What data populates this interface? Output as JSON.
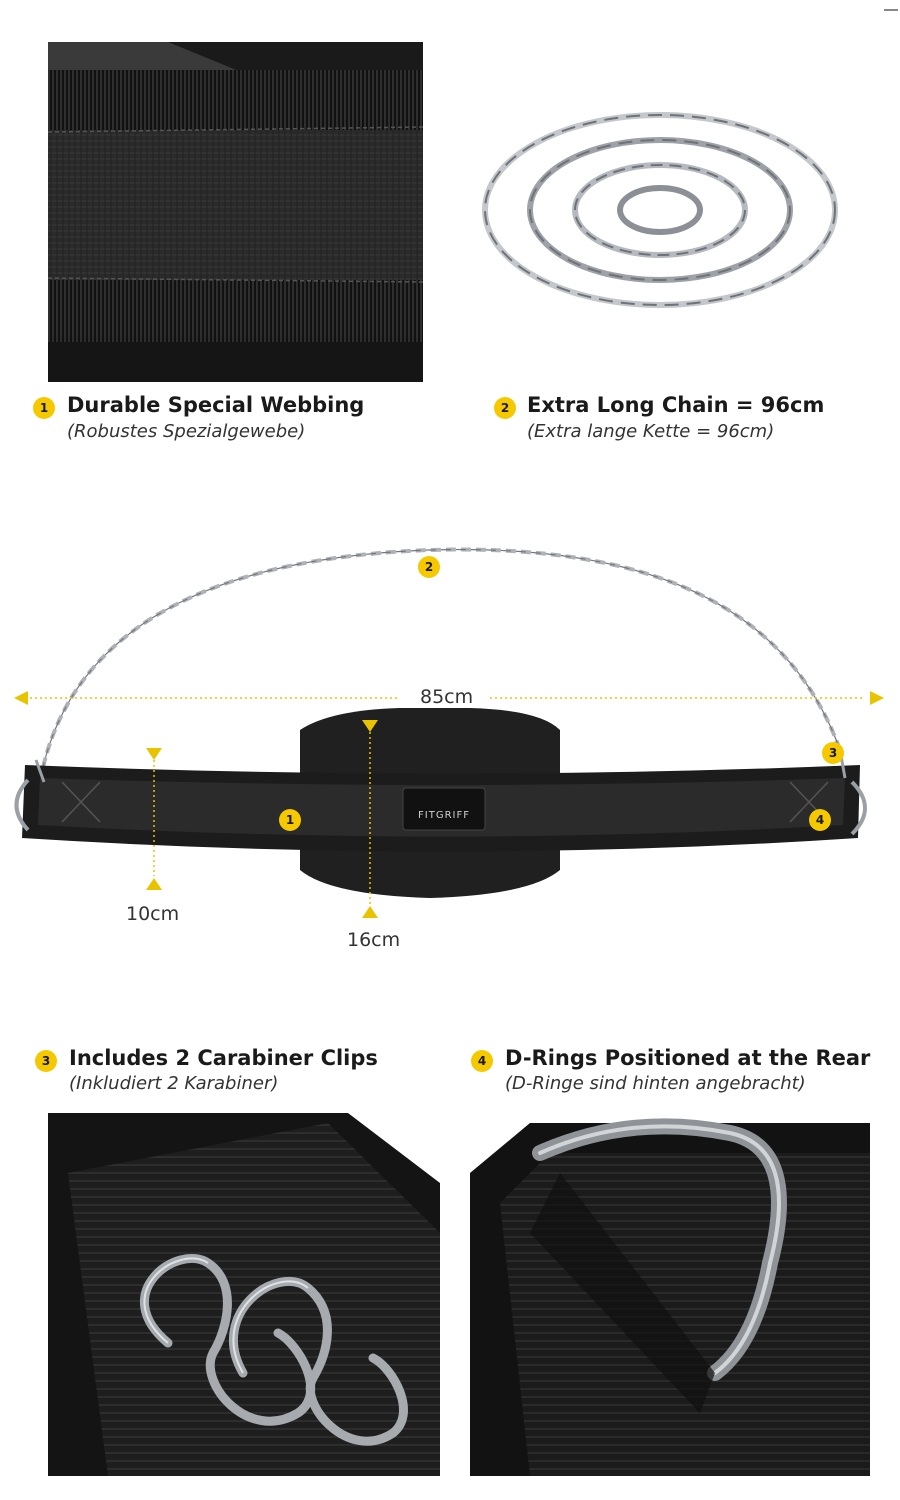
{
  "features": [
    {
      "number": "1",
      "title": "Durable Special Webbing",
      "subtitle": "(Robustes Spezialgewebe)"
    },
    {
      "number": "2",
      "title": "Extra Long Chain = 96cm",
      "subtitle": "(Extra lange Kette = 96cm)"
    },
    {
      "number": "3",
      "title": "Includes 2 Carabiner Clips",
      "subtitle": "(Inkludiert 2 Karabiner)"
    },
    {
      "number": "4",
      "title": "D-Rings Positioned at the Rear",
      "subtitle": "(D-Ringe sind hinten angebracht)"
    }
  ],
  "diagram": {
    "width_label": "85cm",
    "height_small_label": "10cm",
    "height_large_label": "16cm",
    "markers": [
      "1",
      "2",
      "3",
      "4"
    ],
    "brand_logo_text": "FITGRIFF"
  },
  "colors": {
    "accent": "#f5c800",
    "belt": "#1c1c1c",
    "chain": "#b8bcc2"
  }
}
